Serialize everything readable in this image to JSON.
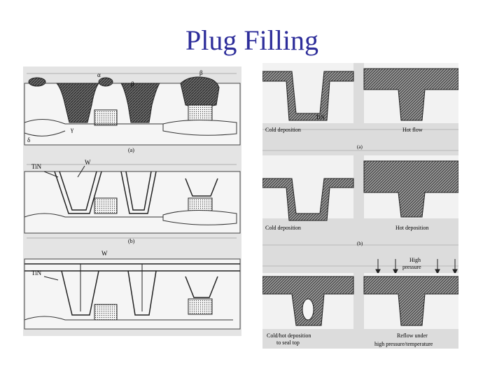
{
  "slide": {
    "title": "Plug Filling"
  },
  "left_figure": {
    "panel_a": {
      "caption": "(a)",
      "labels": {
        "alpha": "α",
        "beta1": "β",
        "beta2": "β",
        "gamma": "γ",
        "delta": "δ"
      }
    },
    "panel_b": {
      "caption": "(b)",
      "labels": {
        "tin": "TiN",
        "w": "W"
      }
    },
    "panel_c": {
      "labels": {
        "w": "W",
        "tin": "TiN"
      }
    }
  },
  "right_figure": {
    "panel_a": {
      "caption": "(a)",
      "labels": {
        "tin": "TiN",
        "left": "Cold deposition",
        "right": "Hot flow"
      }
    },
    "panel_b": {
      "caption": "(b)",
      "labels": {
        "left": "Cold deposition",
        "right": "Hot deposition"
      }
    },
    "panel_c": {
      "labels": {
        "high": "High",
        "pressure": "pressure",
        "left1": "Cold/hot deposition",
        "left2": "to seal top",
        "right1": "Reflow under",
        "right2": "high pressure/temperature"
      }
    }
  },
  "colors": {
    "title": "#2d2d9a",
    "fill_hatch": "#4a4a4a",
    "background_scan": "#dcdcdc"
  }
}
